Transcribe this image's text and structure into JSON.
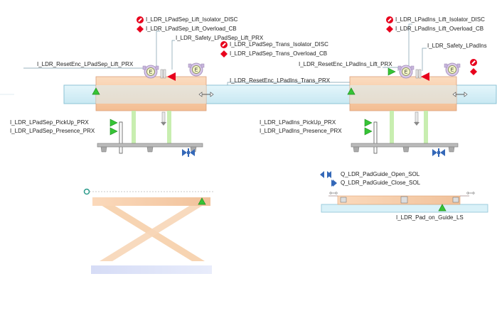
{
  "colors": {
    "conveyor_fill": "#d9f1f8",
    "conveyor_stroke": "#8cc3d6",
    "carriage_fill": "#f8ceaa",
    "carriage_stroke": "#e0a274",
    "sensor_green": "#2fbf2f",
    "actuator_red": "#e8001c",
    "cylinder_blue": "#3468b8",
    "lift_leg": "#c8eeb0",
    "motor_lilac": "#d4c2e4"
  },
  "labels": {
    "padsep_lift_isolator": "I_LDR_LPadSep_Lift_Isolator_DISC",
    "padsep_lift_overload": "I_LDR_LPadSep_Lift_Overload_CB",
    "safety_padsep_lift": "I_LDR_Safety_LPadSep_Lift_PRX",
    "padsep_trans_isolator": "I_LDR_LPadSep_Trans_Isolator_DISC",
    "padsep_trans_overload": "I_LDR_LPadSep_Trans_Overload_CB",
    "resetenc_padsep_lift": "I_LDR_ResetEnc_LPadSep_Lift_PRX",
    "resetenc_padins_trans": "I_LDR_ResetEnc_LPadIns_Trans_PRX",
    "padsep_pickup": "I_LDR_LPadSep_PickUp_PRX",
    "padsep_presence": "I_LDR_LPadSep_Presence_PRX",
    "padins_lift_isolator": "I_LDR_LPadIns_Lift_Isolator_DISC",
    "padins_lift_overload": "I_LDR_LPadIns_Lift_Overload_CB",
    "safety_padins": "I_LDR_Safety_LPadIns",
    "resetenc_padins_lift": "I_LDR_ResetEnc_LPadIns_Lift_PRX",
    "padins_pickup": "I_LDR_LPadIns_PickUp_PRX",
    "padins_presence": "I_LDR_LPadIns_Presence_PRX",
    "padguide_open": "Q_LDR_PadGuide_Open_SOL",
    "padguide_close": "Q_LDR_PadGuide_Close_SOL",
    "pad_on_guide": "I_LDR_Pad_on_Guide_LS"
  },
  "motor_letter": "E",
  "icons": {
    "isolator": "prohibit-circle-icon",
    "overload": "red-diamond-icon",
    "prox": "green-triangle-icon",
    "motor": "motor-icon",
    "cylinder": "blue-cylinder-icon"
  }
}
